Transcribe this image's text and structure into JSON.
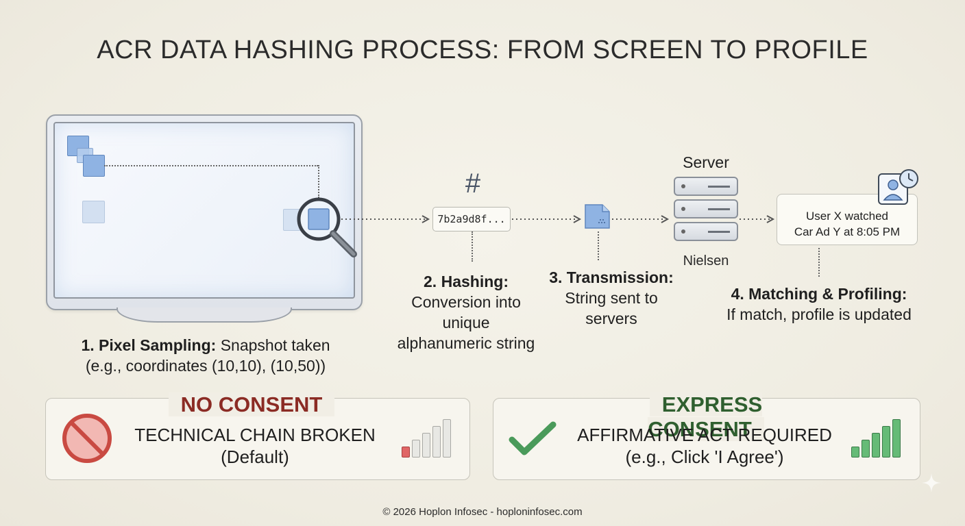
{
  "title": "ACR DATA HASHING PROCESS: FROM SCREEN TO PROFILE",
  "step1": {
    "heading": "1. Pixel Sampling:",
    "text_a": "Snapshot taken",
    "text_b": "(e.g., coordinates (10,10), (10,50))"
  },
  "step2": {
    "hash_value": "7b2a9d8f...",
    "heading": "2. Hashing:",
    "line1": "Conversion into",
    "line2": "unique",
    "line3": "alphanumeric string"
  },
  "step3": {
    "heading": "3. Transmission:",
    "line1": "String sent to",
    "line2": "servers"
  },
  "server": {
    "top_label": "Server",
    "bottom_label": "Nielsen"
  },
  "step4": {
    "card_line1": "User X watched",
    "card_line2": "Car Ad Y at 8:05 PM",
    "heading": "4. Matching & Profiling:",
    "line1": "If match, profile is updated"
  },
  "no_consent": {
    "heading": "NO CONSENT",
    "line1": "TECHNICAL CHAIN BROKEN",
    "line2": "(Default)",
    "color": "#8b2b24",
    "signal_level": 0.2
  },
  "express_consent": {
    "heading": "EXPRESS CONSENT",
    "line1": "AFFIRMATIVE ACT REQUIRED",
    "line2": "(e.g., Click 'I Agree')",
    "color": "#2f5f2f",
    "signal_level": 1.0
  },
  "footer": "© 2026 Hoplon Infosec - hoploninfosec.com",
  "icons": [
    "magnifier-icon",
    "hash-icon",
    "document-icon",
    "server-icon",
    "user-clock-icon",
    "prohibited-icon",
    "checkmark-icon",
    "signal-bars-icon"
  ],
  "colors": {
    "pixel_blue": "#7ea6dc",
    "bar_red": "#e06666",
    "bar_green": "#66bb77"
  }
}
